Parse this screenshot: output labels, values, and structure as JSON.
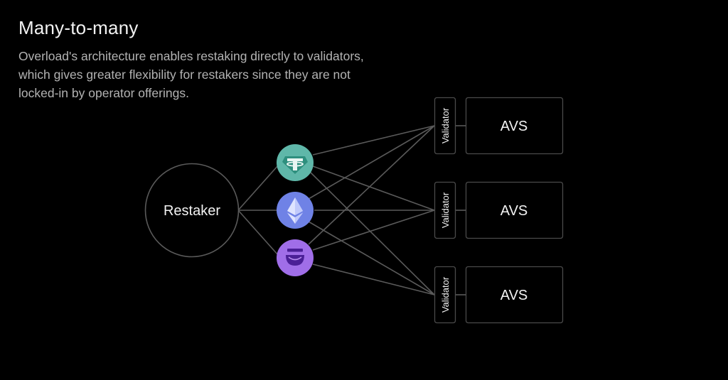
{
  "header": {
    "title": "Many-to-many",
    "description_lines": [
      "Overload's architecture enables restaking directly to validators,",
      "which gives greater flexibility for restakers since they are not",
      "locked-in by operator offerings."
    ]
  },
  "diagram": {
    "restaker_label": "Restaker",
    "tokens": [
      {
        "icon": "tether-icon",
        "color": "#5fb7a9"
      },
      {
        "icon": "ethereum-icon",
        "color": "#6f82e6"
      },
      {
        "icon": "smiley-token-icon",
        "color": "#a06ee8"
      }
    ],
    "validators": [
      {
        "label": "Validator",
        "avs_label": "AVS"
      },
      {
        "label": "Validator",
        "avs_label": "AVS"
      },
      {
        "label": "Validator",
        "avs_label": "AVS"
      }
    ],
    "colors": {
      "background": "#000000",
      "line": "#5a5a5a",
      "box_border": "#4a4a4a"
    }
  }
}
